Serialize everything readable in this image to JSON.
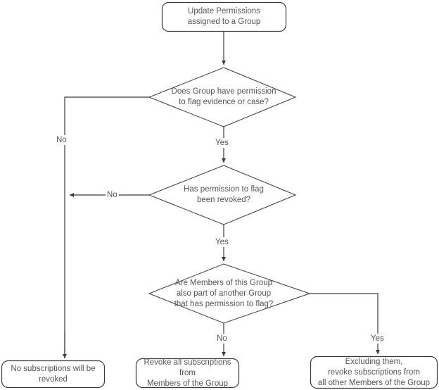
{
  "diagram": {
    "title": "Update Permissions assigned to a Group flow",
    "colors": {
      "stroke": "#3a3a3a",
      "text": "#555555",
      "background": "#ffffff"
    },
    "nodes": {
      "start": {
        "shape": "rounded-rect",
        "label": "Update Permissions\nassigned to a Group"
      },
      "decision_has_permission": {
        "shape": "diamond",
        "label": "Does Group have permission\nto flag evidence or case?"
      },
      "decision_revoked": {
        "shape": "diamond",
        "label": "Has permission to flag\nbeen revoked?"
      },
      "decision_another_group": {
        "shape": "diamond",
        "label": "Are Members of this Group\nalso part of another Group\nthat has permission to flag?"
      },
      "result_none": {
        "shape": "rounded-rect",
        "label": "No subscriptions will be revoked"
      },
      "result_revoke_all": {
        "shape": "rounded-rect",
        "label": "Revoke all subscriptions from\nMembers of the Group"
      },
      "result_excluding": {
        "shape": "rounded-rect",
        "label": "Excluding them,\nrevoke subscriptions from\nall other Members of the Group"
      }
    },
    "edge_labels": {
      "no_has_permission": "No",
      "yes_has_permission": "Yes",
      "no_revoked": "No",
      "yes_revoked": "Yes",
      "no_another_group": "No",
      "yes_another_group": "Yes"
    }
  }
}
